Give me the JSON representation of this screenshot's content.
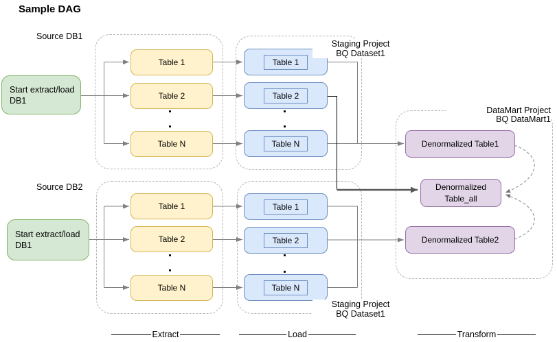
{
  "title": "Sample DAG",
  "pipeline1": {
    "source_label": "Source DB1",
    "start_line1": "Start extract/load",
    "start_line2": "DB1",
    "extract_tables": [
      "Table 1",
      "Table 2",
      "Table N"
    ],
    "load_tables": [
      "Table 1",
      "Table 2",
      "Table N"
    ],
    "staging_line1": "Staging Project",
    "staging_line2": "BQ Dataset1"
  },
  "pipeline2": {
    "source_label": "Source DB2",
    "start_line1": "Start extract/load",
    "start_line2": "DB1",
    "extract_tables": [
      "Table 1",
      "Table 2",
      "Table N"
    ],
    "load_tables": [
      "Table 1",
      "Table 2",
      "Table N"
    ],
    "staging_line1": "Staging Project",
    "staging_line2": "BQ Dataset1"
  },
  "datamart": {
    "label_line1": "DataMart Project",
    "label_line2": "BQ DataMart1",
    "table1": "Denormalized Table1",
    "table_all_line1": "Denormalized",
    "table_all_line2": "Table_all",
    "table2": "Denormalized Table2"
  },
  "stage_labels": {
    "extract": "Extract",
    "load": "Load",
    "transform": "Transform"
  },
  "colors": {
    "start_fill": "#d5e8d4",
    "start_stroke": "#82b366",
    "extract_fill": "#fff2cc",
    "extract_stroke": "#d6b656",
    "load_fill": "#dae8fc",
    "load_stroke": "#6c8ebf",
    "datamart_fill": "#e1d5e7",
    "datamart_stroke": "#9673a6",
    "connector": "#808080",
    "connector_dark": "#000000",
    "connector_thick": "#595959",
    "dashed_dependency": "#999999",
    "group_border": "#b5b5b5"
  }
}
